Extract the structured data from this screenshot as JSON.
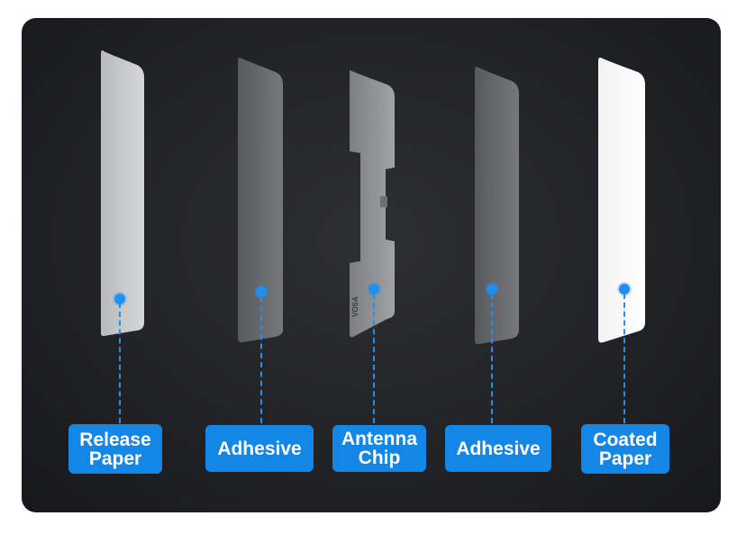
{
  "colors": {
    "background": "#222326",
    "accent": "#1486e6",
    "label_text": "#ffffff"
  },
  "layers": [
    {
      "label": "Release\nPaper",
      "sheet": "light-gray sheet"
    },
    {
      "label": "Adhesive",
      "sheet": "gray translucent sheet"
    },
    {
      "label": "Antenna\nChip",
      "sheet": "antenna inlay",
      "printed_mark": "VOSA"
    },
    {
      "label": "Adhesive",
      "sheet": "gray translucent sheet"
    },
    {
      "label": "Coated\nPaper",
      "sheet": "white sheet"
    }
  ]
}
